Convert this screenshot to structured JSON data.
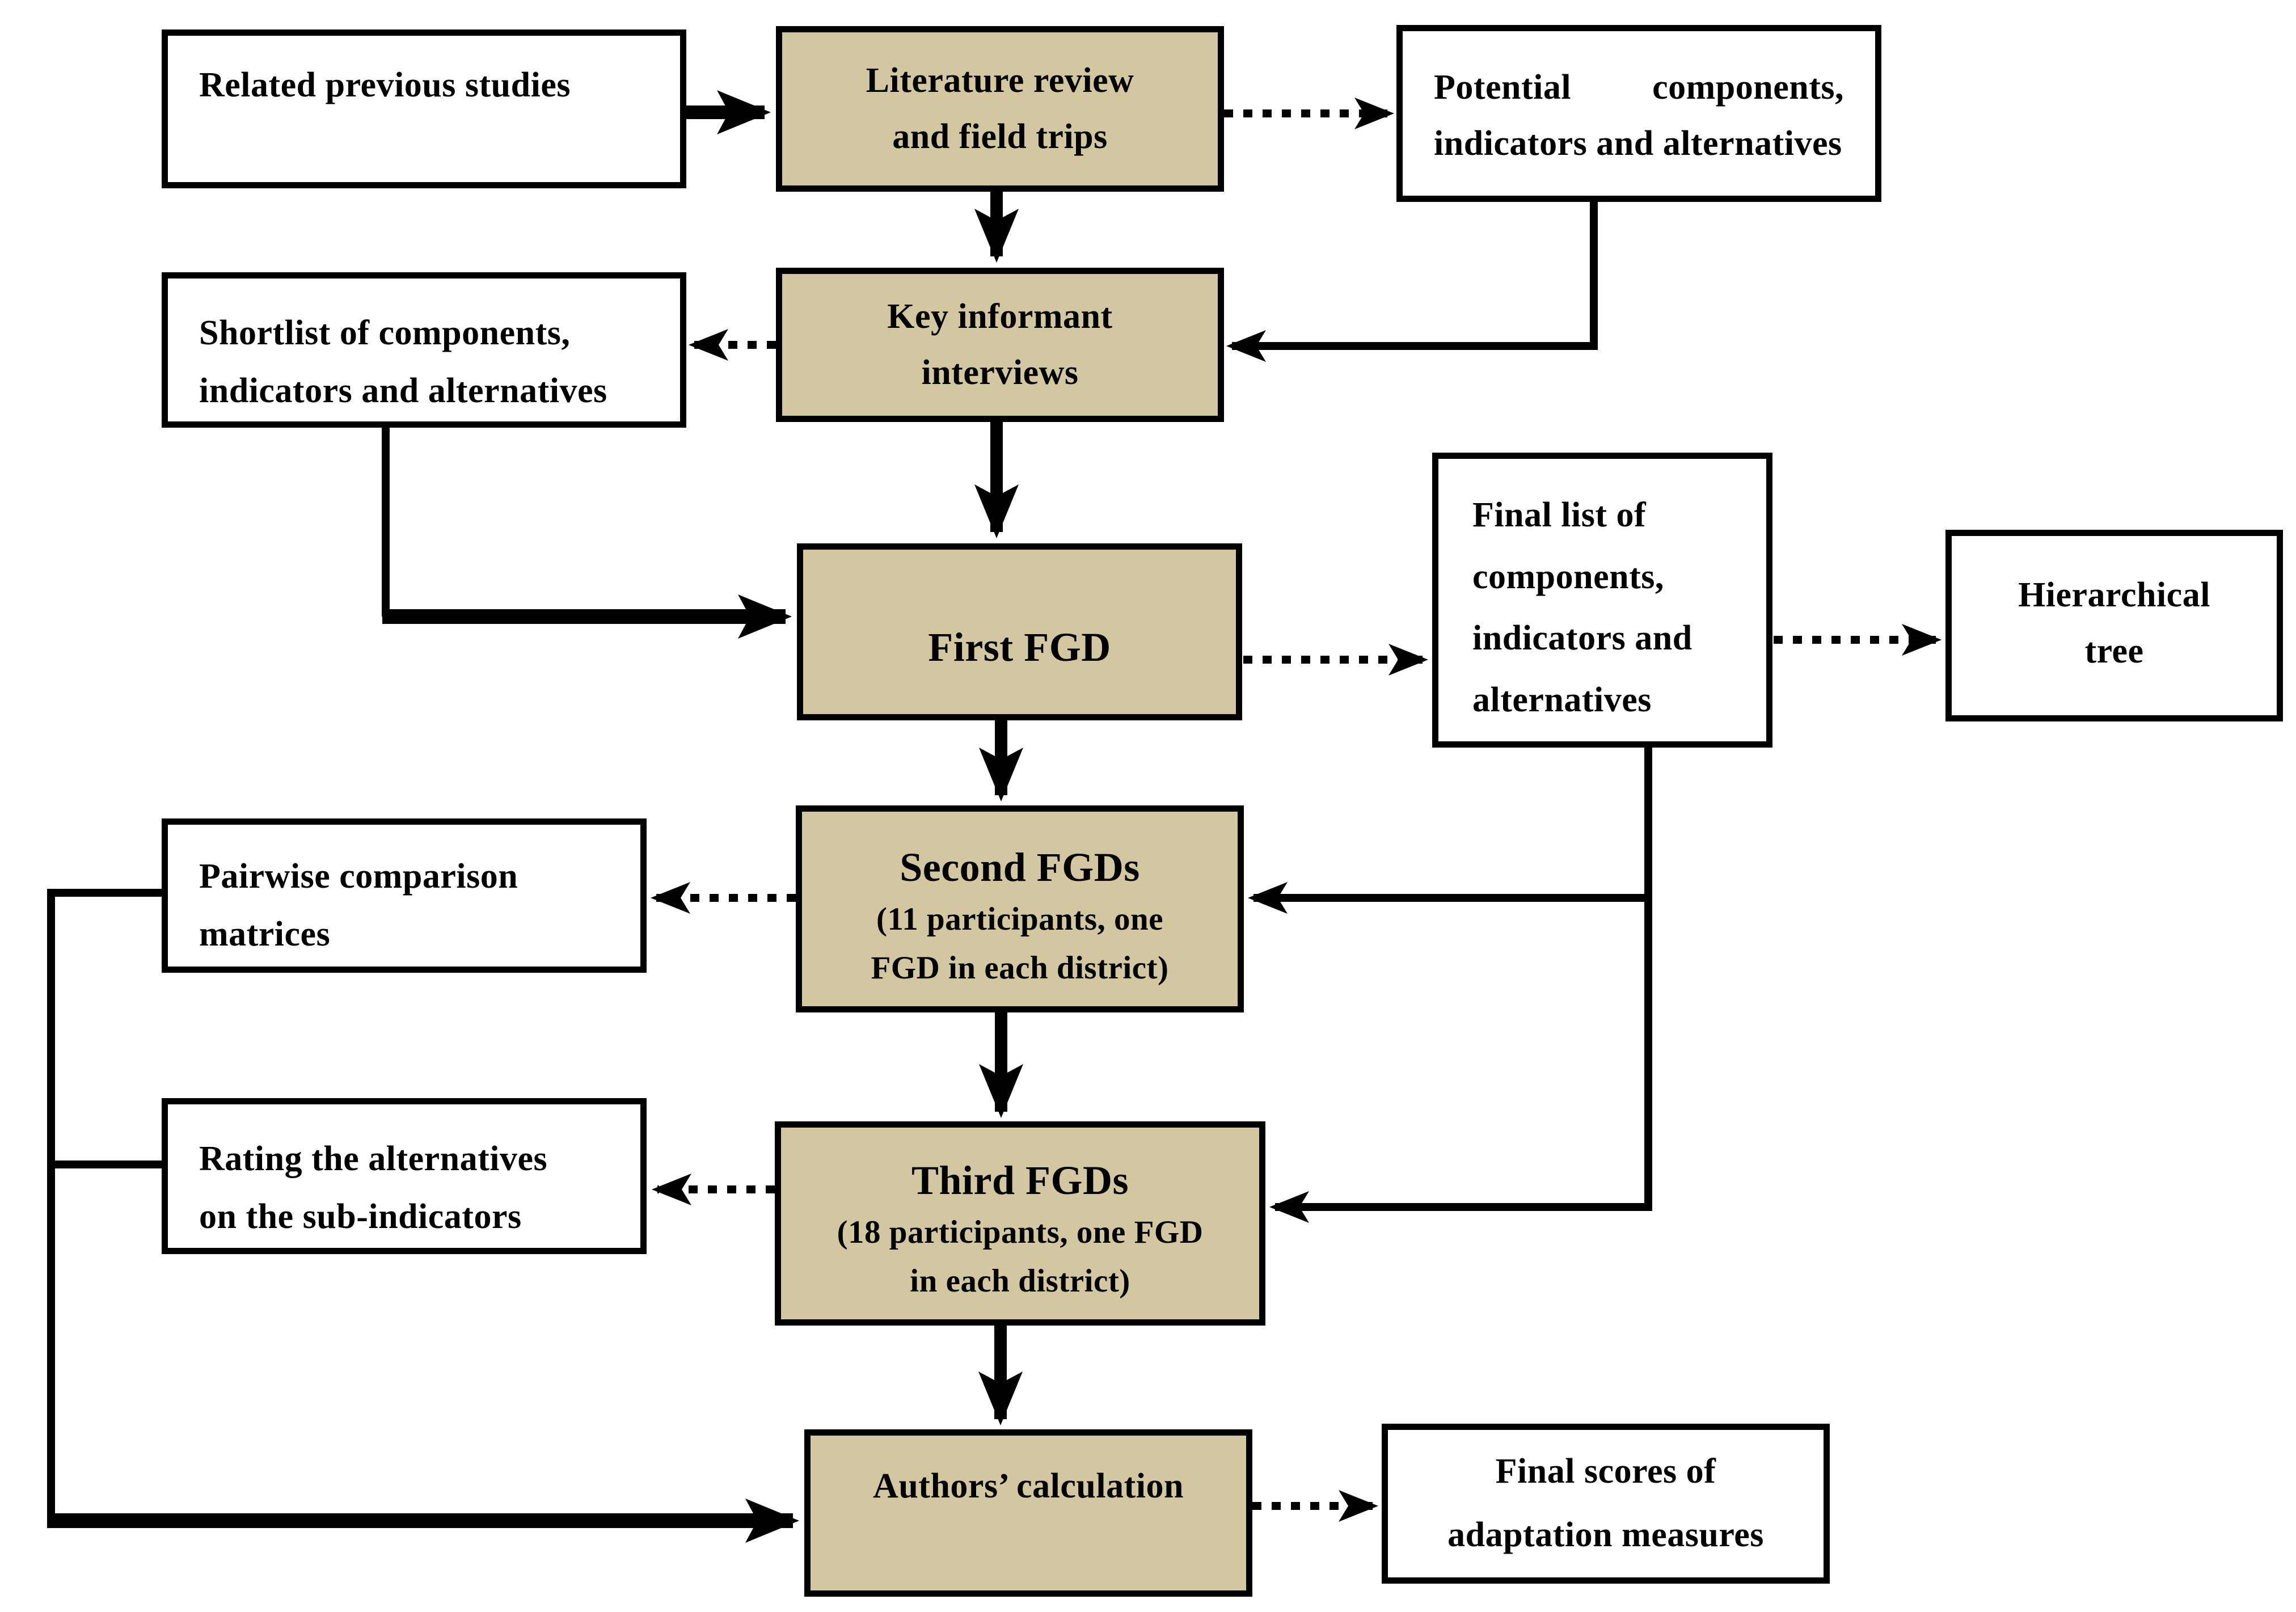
{
  "diagram": {
    "description": "Research methodology flowchart (FGD / AHP process)",
    "colors": {
      "process_box_fill": "#d2c7a1",
      "output_box_fill": "#ffffff",
      "border": "#000000",
      "arrow": "#000000",
      "background": "#ffffff"
    },
    "nodes": {
      "related": {
        "lines": [
          "Related previous studies"
        ]
      },
      "lit_review": {
        "lines": [
          "Literature review",
          "and field trips"
        ]
      },
      "potential": {
        "line1_left": "Potential",
        "line1_right": "components,",
        "line2": "indicators and alternatives"
      },
      "shortlist": {
        "lines": [
          "Shortlist of components,",
          "indicators and alternatives"
        ]
      },
      "key_informant": {
        "lines": [
          "Key informant",
          "interviews"
        ]
      },
      "first_fgd": {
        "lines": [
          "First FGD"
        ]
      },
      "final_list": {
        "lines": [
          "Final list of",
          "components,",
          "indicators and",
          "alternatives"
        ]
      },
      "hierarchical": {
        "lines": [
          "Hierarchical",
          "tree"
        ]
      },
      "second_fgd": {
        "title": "Second FGDs",
        "sub": [
          "(11 participants, one",
          "FGD in each district)"
        ]
      },
      "pairwise": {
        "lines": [
          "Pairwise comparison",
          "matrices"
        ]
      },
      "third_fgd": {
        "title": "Third FGDs",
        "sub": [
          "(18 participants, one FGD",
          "in each district)"
        ]
      },
      "rating": {
        "lines": [
          "Rating the alternatives",
          "on the sub-indicators"
        ]
      },
      "authors": {
        "lines": [
          "Authors’ calculation"
        ]
      },
      "final_scores": {
        "lines": [
          "Final scores of",
          "adaptation measures"
        ]
      }
    },
    "edges": [
      {
        "from": "related",
        "to": "lit_review",
        "style": "solid"
      },
      {
        "from": "lit_review",
        "to": "potential",
        "style": "dotted"
      },
      {
        "from": "lit_review",
        "to": "key_informant",
        "style": "solid"
      },
      {
        "from": "potential",
        "to": "key_informant",
        "style": "solid"
      },
      {
        "from": "key_informant",
        "to": "shortlist",
        "style": "dotted"
      },
      {
        "from": "key_informant",
        "to": "first_fgd",
        "style": "solid"
      },
      {
        "from": "shortlist",
        "to": "first_fgd",
        "style": "solid"
      },
      {
        "from": "first_fgd",
        "to": "final_list",
        "style": "dotted"
      },
      {
        "from": "final_list",
        "to": "hierarchical",
        "style": "dotted"
      },
      {
        "from": "first_fgd",
        "to": "second_fgd",
        "style": "solid"
      },
      {
        "from": "final_list",
        "to": "second_fgd",
        "style": "solid"
      },
      {
        "from": "second_fgd",
        "to": "pairwise",
        "style": "dotted"
      },
      {
        "from": "second_fgd",
        "to": "third_fgd",
        "style": "solid"
      },
      {
        "from": "final_list",
        "to": "third_fgd",
        "style": "solid"
      },
      {
        "from": "third_fgd",
        "to": "rating",
        "style": "dotted"
      },
      {
        "from": "third_fgd",
        "to": "authors",
        "style": "solid"
      },
      {
        "from": "pairwise",
        "to": "authors",
        "style": "solid"
      },
      {
        "from": "rating",
        "to": "authors",
        "style": "solid"
      },
      {
        "from": "authors",
        "to": "final_scores",
        "style": "dotted"
      }
    ]
  }
}
